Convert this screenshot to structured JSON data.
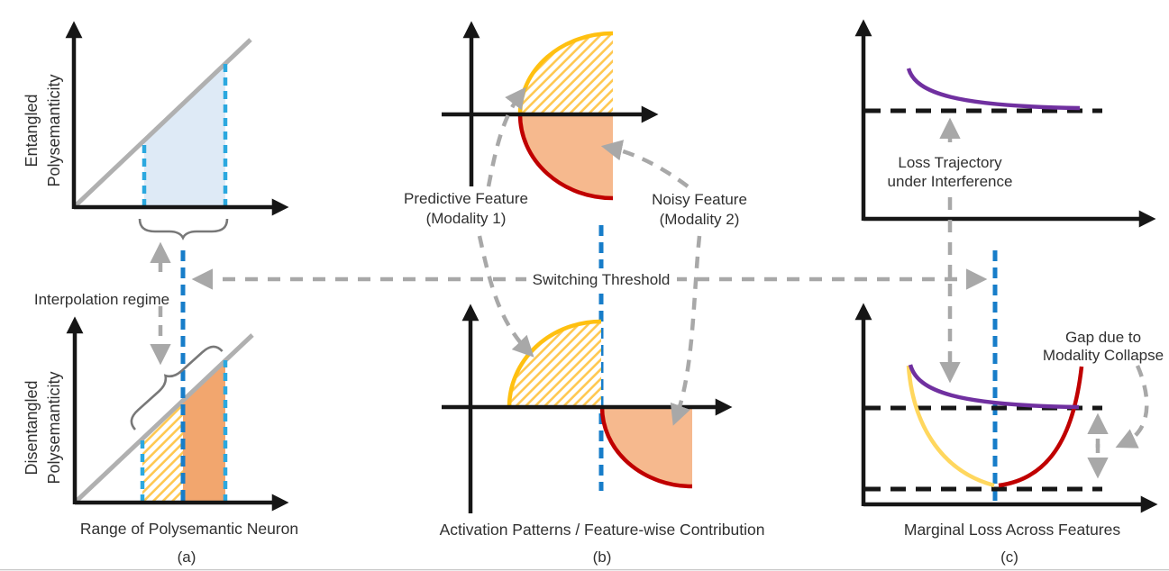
{
  "figure": {
    "panels": {
      "a": {
        "tag": "(a)",
        "y_label_top_line1": "Entangled",
        "y_label_top_line2": "Polysemanticity",
        "y_label_bottom_line1": "Disentangled",
        "y_label_bottom_line2": "Polysemanticity",
        "interpolation_label": "Interpolation regime",
        "x_label": "Range of Polysemantic Neuron"
      },
      "b": {
        "tag": "(b)",
        "predictive_line1": "Predictive Feature",
        "predictive_line2": "(Modality 1)",
        "noisy_line1": "Noisy Feature",
        "noisy_line2": "(Modality 2)",
        "threshold_label": "Switching Threshold",
        "x_label": "Activation Patterns / Feature-wise Contribution"
      },
      "c": {
        "tag": "(c)",
        "loss_line1": "Loss Trajectory",
        "loss_line2": "under Interference",
        "gap_line1": "Gap due to",
        "gap_line2": "Modality Collapse",
        "x_label": "Marginal Loss Across Features"
      }
    },
    "colors": {
      "axis_black": "#161616",
      "dashed_black": "#161616",
      "diagonal_gray": "#B0B0B0",
      "connector_gray": "#A8A8A8",
      "brace_gray": "#787878",
      "cyan_dash": "#2BA8DF",
      "blue_dash": "#177DC9",
      "light_blue_fill": "#DEEAF6",
      "yellow_arc": "#FFC010",
      "soft_yellow_curve": "#FFD75E",
      "hatch_yellow": "#FFC851",
      "orange_fill_a": "#F2A66E",
      "orange_fill_b": "#F6B98E",
      "red": "#C00000",
      "purple": "#7030A0",
      "text": "#303030"
    }
  }
}
